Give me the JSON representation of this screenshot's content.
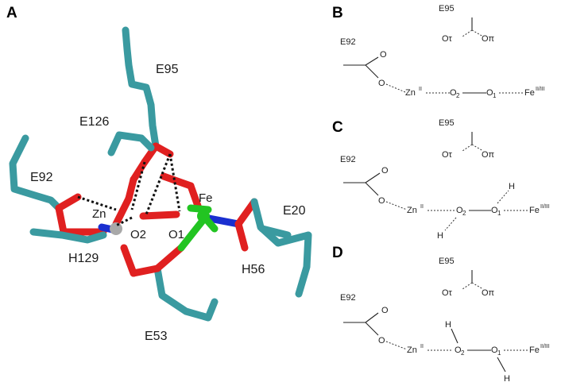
{
  "panels": {
    "a": "A",
    "b": "B",
    "c": "C",
    "d": "D"
  },
  "structure": {
    "residues": [
      "E95",
      "E126",
      "E92",
      "Zn",
      "O2",
      "O1",
      "Fe",
      "E20",
      "H129",
      "H56",
      "E53"
    ]
  },
  "scheme": {
    "e92": "E92",
    "e95": "E95",
    "zn": "Zn",
    "zn_ox": "II",
    "fe": "Fe",
    "fe_ox": "II/III",
    "o_letter": "O",
    "o2_sub": "2",
    "o1_sub": "1",
    "o_tau": "Oτ",
    "o_pi": "Oπ",
    "h": "H"
  },
  "colors": {
    "carbon": "#3a9aa0",
    "oxygen": "#e02020",
    "nitrogen": "#1a2fd0",
    "iron": "#22c422",
    "zinc": "#a8a8a8"
  }
}
